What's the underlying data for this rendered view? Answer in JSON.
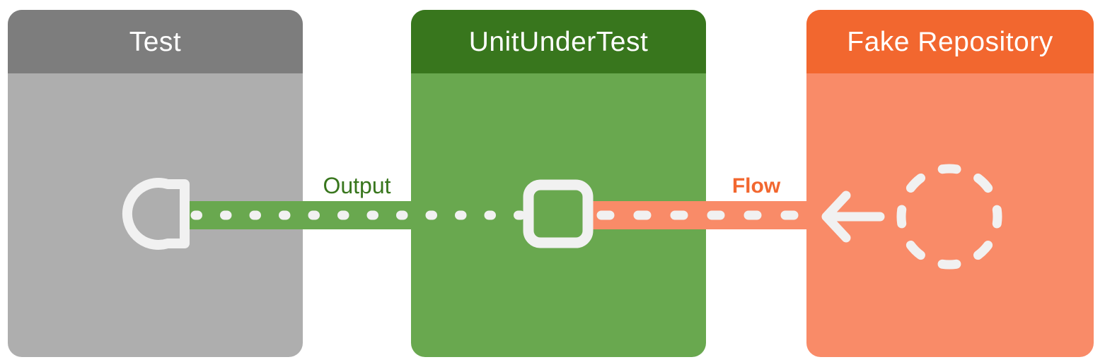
{
  "diagram": {
    "background_color": "#ffffff",
    "title_color": "#ffffff",
    "accent_white": "#f1f1f1",
    "nodes": [
      {
        "id": "test",
        "title": "Test",
        "header_color": "#7d7d7d",
        "body_color": "#aeaeae"
      },
      {
        "id": "unit-under-test",
        "title": "UnitUnderTest",
        "header_color": "#38761d",
        "body_color": "#69a84f"
      },
      {
        "id": "fake-repository",
        "title": "Fake Repository",
        "header_color": "#f2672f",
        "body_color": "#f98b68"
      }
    ],
    "connectors": [
      {
        "id": "output",
        "label": "Output",
        "label_color": "#38761d",
        "band_color": "#69a84f",
        "line_style": "dotted",
        "from": "unit-under-test",
        "to": "test"
      },
      {
        "id": "flow",
        "label": "Flow",
        "label_color": "#f2672f",
        "band_color": "#f98b68",
        "line_style": "dashed",
        "arrow": "left",
        "from": "fake-repository",
        "to": "unit-under-test"
      }
    ],
    "icons": [
      {
        "id": "output-port-icon",
        "shape": "half-circle-d",
        "node": "test",
        "color": "#f1f1f1"
      },
      {
        "id": "unit-node-icon",
        "shape": "rounded-square",
        "node": "unit-under-test",
        "color": "#f1f1f1"
      },
      {
        "id": "flow-arrow-icon",
        "shape": "arrow-left",
        "node": "fake-repository",
        "color": "#f1f1f1"
      },
      {
        "id": "repository-icon",
        "shape": "dashed-circle",
        "node": "fake-repository",
        "color": "#f1f1f1"
      }
    ]
  }
}
